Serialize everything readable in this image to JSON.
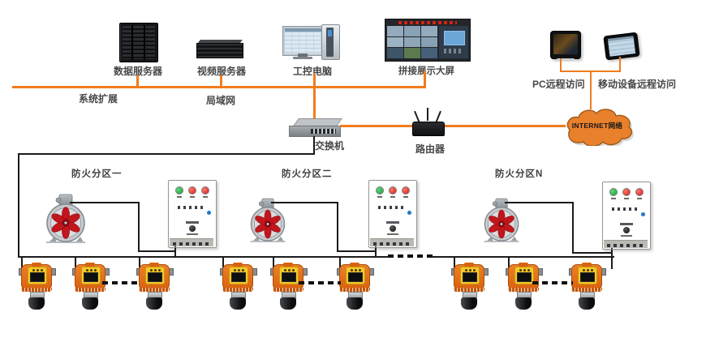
{
  "devices": {
    "data_server": "数据服务器",
    "video_server": "视频服务器",
    "industrial_pc": "工控电脑",
    "video_wall": "拼接展示大屏",
    "pc_remote": "PC远程访问",
    "mobile_remote": "移动设备远程访问"
  },
  "network": {
    "system_expand": "系统扩展",
    "lan": "局域网",
    "switch": "交换机",
    "router": "路由器",
    "internet": "INTERNET网络"
  },
  "zones": [
    {
      "label": "防火分区一"
    },
    {
      "label": "防火分区二"
    },
    {
      "label": "防火分区N"
    }
  ],
  "colors": {
    "accent": "#f07d1e",
    "wire": "#1b1b1b",
    "cloud": "#e8802c"
  }
}
